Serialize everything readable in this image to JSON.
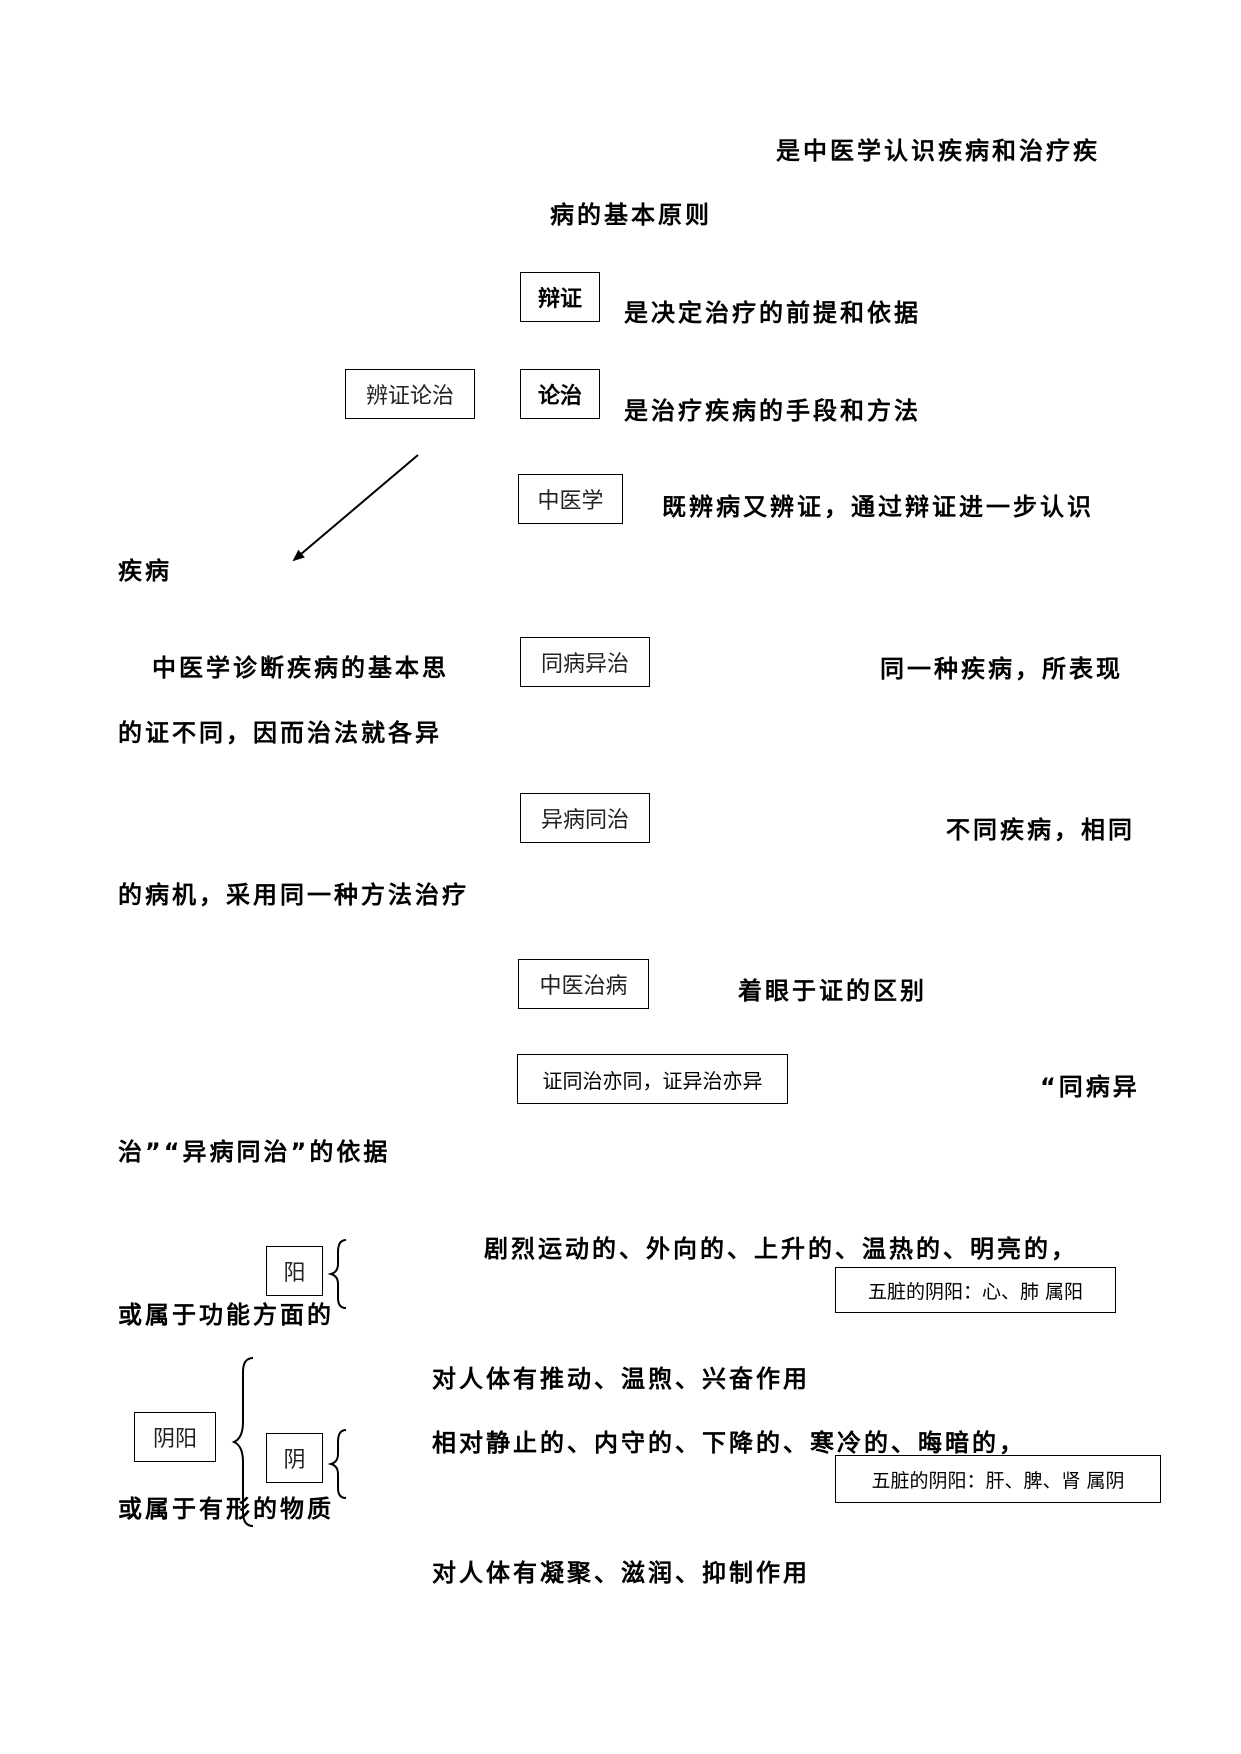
{
  "definition": {
    "line1": "是中医学认识疾病和治疗疾",
    "line2": "病的基本原则"
  },
  "boxes": {
    "bianzheng_lunzhi": "辨证论治",
    "bianzheng": "辩证",
    "lunzhi": "论治",
    "zhongyixue": "中医学",
    "tongbing_yizhi": "同病异治",
    "yibing_tongzhi": "异病同治",
    "zhongyi_zhibing": "中医治病",
    "zheng_tong": "证同治亦同，证异治亦异",
    "yang": "阳",
    "yin": "阴",
    "yinyang": "阴阳",
    "wuzang_yang": "五脏的阴阳：心、肺 属阳",
    "wuzang_yin": "五脏的阴阳：肝、脾、肾 属阴"
  },
  "bianzheng_desc": "是决定治疗的前提和依据",
  "lunzhi_desc": "是治疗疾病的手段和方法",
  "zhongyixue_desc": {
    "bold": "既辨病又辨证",
    "rest": "，通过辩证进一步认识",
    "tail": "疾病"
  },
  "thought_prefix": "中医学诊断疾病的基本思",
  "tongbing_desc": {
    "line1": "同一种疾病，所表现",
    "line2": "的证不同，因而治法就各异"
  },
  "yibing_desc": {
    "line1": "不同疾病，相同",
    "line2": "的病机，采用同一种方法治疗"
  },
  "zhibing_desc": {
    "pre": "着眼于",
    "bold": "证",
    "post": "的区别"
  },
  "yiju": {
    "line1": "“同病异",
    "line2_pre": "治”“异病同治”的",
    "line2_bold": "依据"
  },
  "yang_desc": {
    "line1": "剧烈运动的、外向的、上升的、温热的、明亮的，",
    "line2": "或属于功能方面的",
    "effect_pre": "对人体有",
    "effect_bold": "推动、温煦、兴奋",
    "effect_post": "作用"
  },
  "yin_desc": {
    "line1": "相对静止的、内守的、下降的、寒冷的、晦暗的，",
    "line2": "或属于有形的物质",
    "effect_pre": "对人体有",
    "effect_bold": "凝聚、滋润、抑制",
    "effect_post": "作用"
  }
}
